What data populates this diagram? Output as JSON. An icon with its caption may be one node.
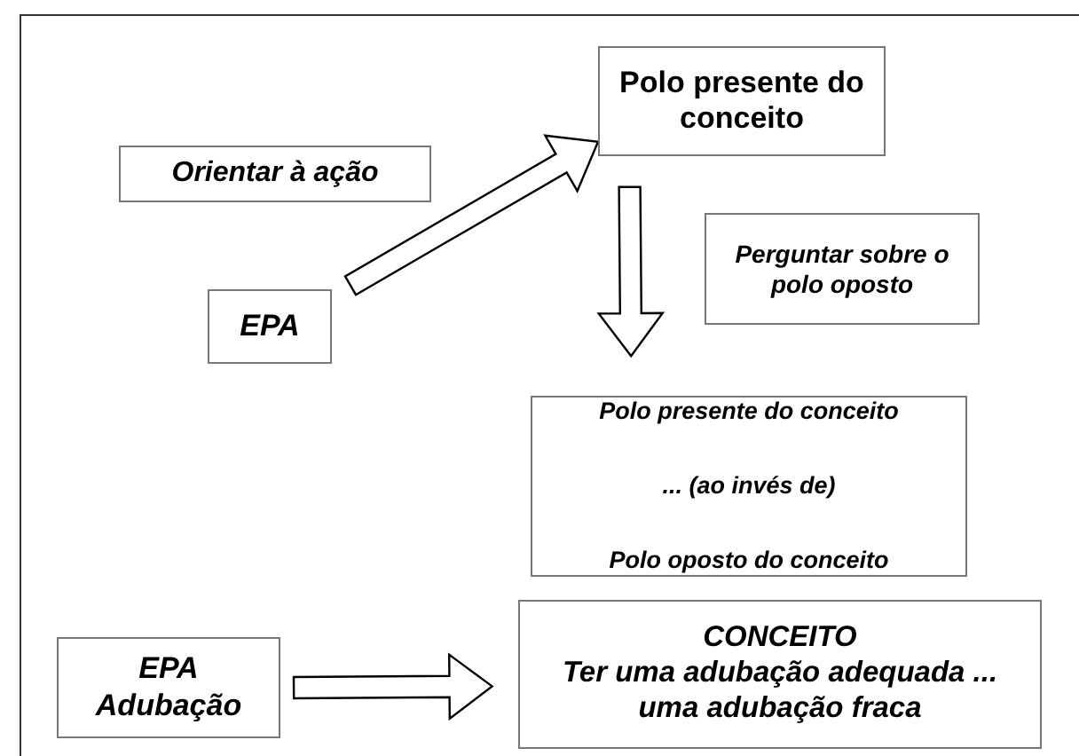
{
  "diagram": {
    "nodes": [
      {
        "text": [
          "Polo presente do conceito"
        ]
      },
      {
        "text": [
          "Orientar à ação"
        ]
      },
      {
        "text": [
          "EPA"
        ]
      },
      {
        "text": [
          "Perguntar sobre o polo oposto"
        ]
      },
      {
        "text": [
          "Polo presente do conceito",
          "... (ao invés de)",
          "Polo oposto do conceito"
        ]
      },
      {
        "text": [
          "EPA Adubação"
        ]
      },
      {
        "text": [
          "CONCEITO",
          "Ter uma adubação adequada ... uma adubação fraca"
        ]
      }
    ],
    "edges": [
      {
        "from": 2,
        "to": 0,
        "arrow": "to"
      },
      {
        "from": 0,
        "to": 4,
        "arrow": "to"
      },
      {
        "from": 5,
        "to": 6,
        "arrow": "to"
      }
    ]
  }
}
